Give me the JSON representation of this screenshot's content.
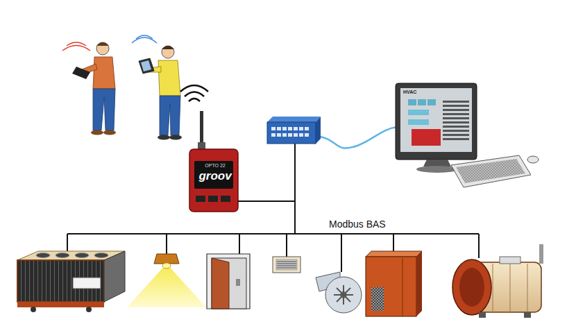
{
  "diagram": {
    "nodes": [
      {
        "text": [
          "OPTO 22",
          "groov"
        ]
      },
      {
        "text": [
          "HVAC"
        ]
      }
    ],
    "labels": [
      "Modbus BAS"
    ]
  }
}
